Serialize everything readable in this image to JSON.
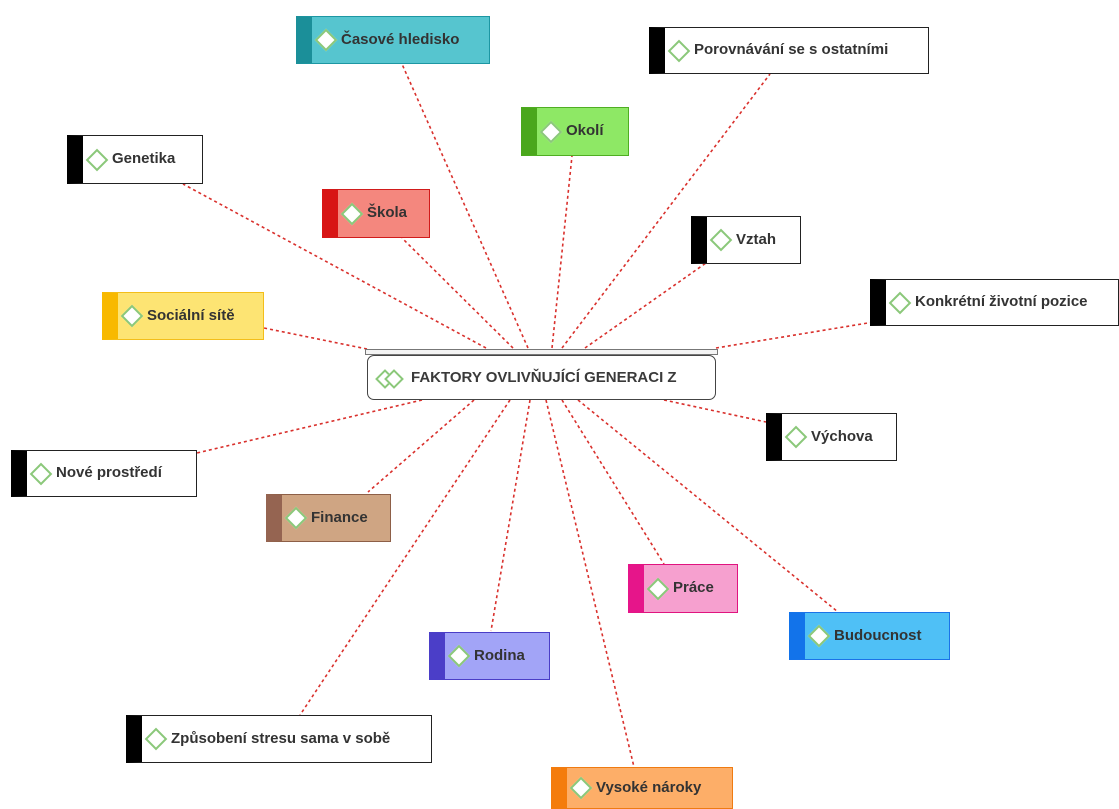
{
  "central": {
    "title": "FAKTORY OVLIVŇUJÍCÍ GENERACI Z"
  },
  "colors": {
    "connector": "#d9302c",
    "diamond": "#8bc87a"
  },
  "topics": [
    {
      "id": "casove",
      "label": "Časové hledisko",
      "fill": "#56c5cf",
      "border": "#1d97a3",
      "accent": "#1b8f99"
    },
    {
      "id": "porovnavani",
      "label": "Porovnávání se s ostatními",
      "fill": "#ffffff",
      "border": "#222222",
      "accent": "#000000"
    },
    {
      "id": "okoli",
      "label": "Okolí",
      "fill": "#8ee865",
      "border": "#4fae22",
      "accent": "#4aa71c"
    },
    {
      "id": "genetika",
      "label": "Genetika",
      "fill": "#ffffff",
      "border": "#222222",
      "accent": "#000000"
    },
    {
      "id": "skola",
      "label": "Škola",
      "fill": "#f4877e",
      "border": "#d11b1b",
      "accent": "#d81515"
    },
    {
      "id": "vztah",
      "label": "Vztah",
      "fill": "#ffffff",
      "border": "#222222",
      "accent": "#000000"
    },
    {
      "id": "konkretni",
      "label": "Konkrétní životní pozice",
      "fill": "#ffffff",
      "border": "#222222",
      "accent": "#000000"
    },
    {
      "id": "socialni",
      "label": "Sociální sítě",
      "fill": "#fde473",
      "border": "#f3be1a",
      "accent": "#f8b900"
    },
    {
      "id": "vychova",
      "label": "Výchova",
      "fill": "#ffffff",
      "border": "#222222",
      "accent": "#000000"
    },
    {
      "id": "nove",
      "label": "Nové prostředí",
      "fill": "#ffffff",
      "border": "#222222",
      "accent": "#000000"
    },
    {
      "id": "finance",
      "label": "Finance",
      "fill": "#cfa583",
      "border": "#8d5f47",
      "accent": "#956451"
    },
    {
      "id": "prace",
      "label": "Práce",
      "fill": "#f6a0cf",
      "border": "#e0147f",
      "accent": "#e6158a"
    },
    {
      "id": "budoucnost",
      "label": "Budoucnost",
      "fill": "#4fc0f6",
      "border": "#1a73e8",
      "accent": "#1273ea"
    },
    {
      "id": "rodina",
      "label": "Rodina",
      "fill": "#a2a4f7",
      "border": "#4a3dc7",
      "accent": "#4b3ec8"
    },
    {
      "id": "zpusobeni",
      "label": "Způsobení stresu sama v sobě",
      "fill": "#ffffff",
      "border": "#222222",
      "accent": "#000000"
    },
    {
      "id": "vysoke",
      "label": "Vysoké nároky",
      "fill": "#fdae68",
      "border": "#ef7b12",
      "accent": "#f47c0c"
    }
  ]
}
